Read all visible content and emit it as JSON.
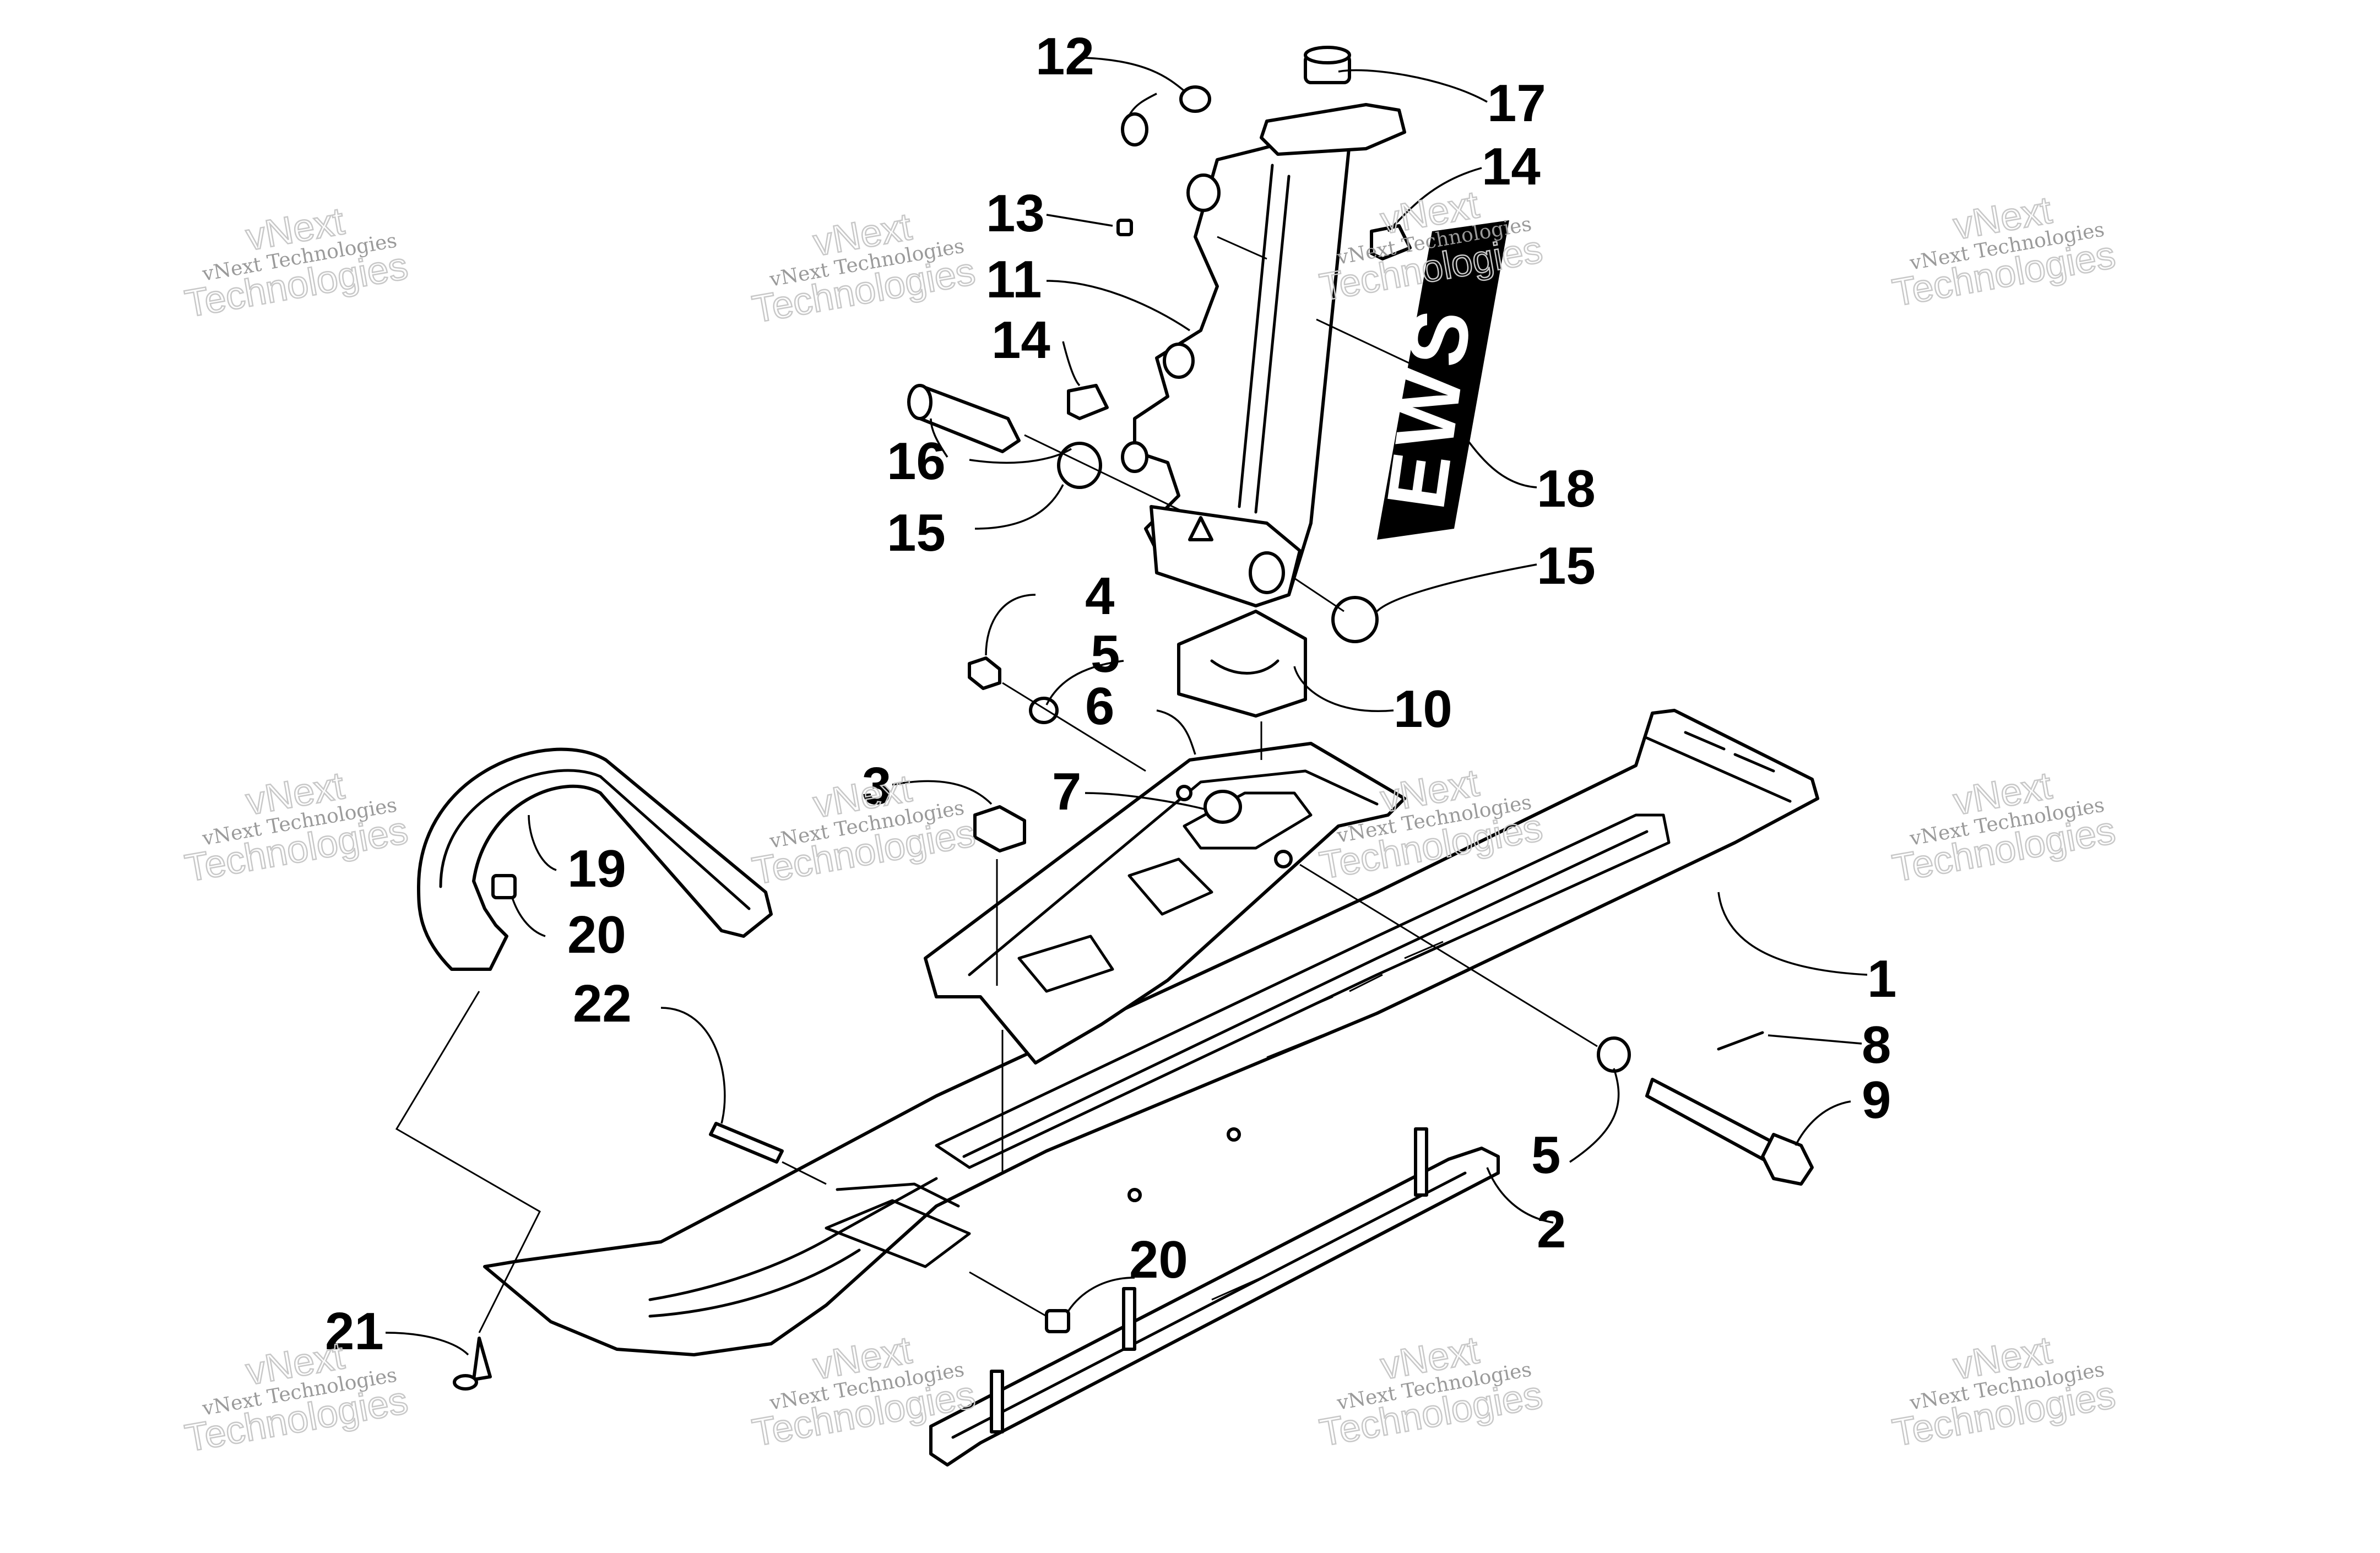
{
  "callouts": [
    "1",
    "2",
    "3",
    "4",
    "5",
    "5",
    "6",
    "7",
    "8",
    "9",
    "10",
    "11",
    "12",
    "13",
    "14",
    "14",
    "15",
    "15",
    "16",
    "17",
    "18",
    "19",
    "20",
    "20",
    "21",
    "22"
  ],
  "decal_text": "EWS",
  "watermark": {
    "company_line": "vNext Technologies",
    "big_line_1": "vNext",
    "big_line_2": "Technologies"
  }
}
